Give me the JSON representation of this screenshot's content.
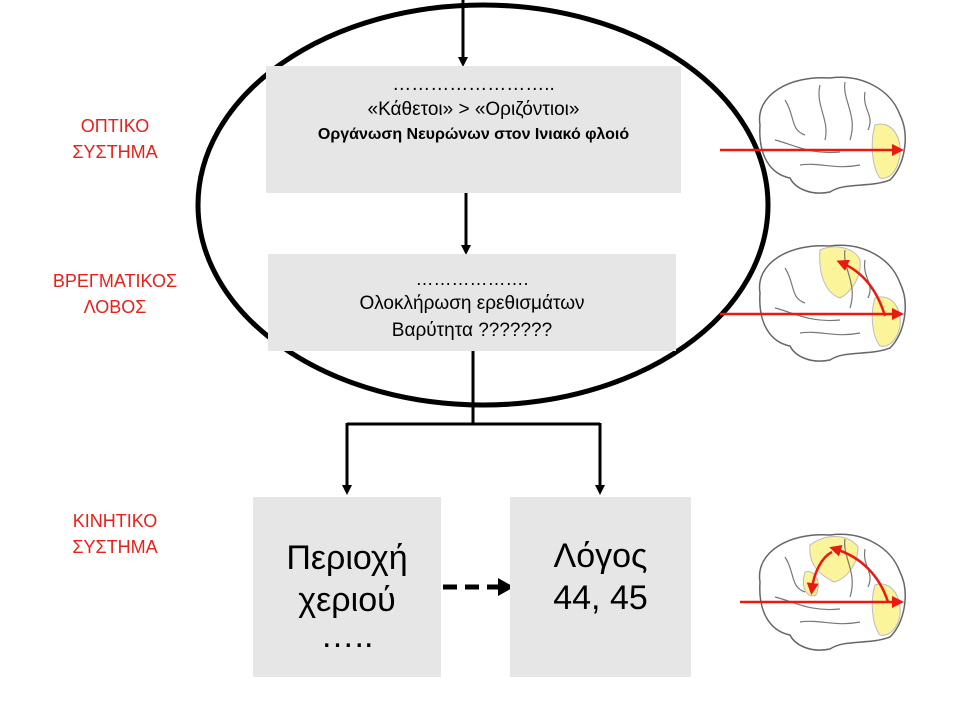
{
  "side_labels": {
    "optic": {
      "line1": "ΟΠΤΙΚΟ",
      "line2": "ΣΥΣΤΗΜΑ"
    },
    "parietal": {
      "line1": "ΒΡΕΓΜΑΤΙΚΟΣ",
      "line2": "ΛΟΒΟΣ"
    },
    "motor": {
      "line1": "ΚΙΝΗΤΙΚΟ",
      "line2": "ΣΥΣΤΗΜΑ"
    }
  },
  "boxes": {
    "top": {
      "line1": "……………………..",
      "line2": "«Κάθετοι» > «Οριζόντιοι»",
      "line3": "Οργάνωση Νευρώνων στον Ινιακό φλοιό"
    },
    "middle": {
      "line1": "……………….",
      "line2": "Ολοκλήρωση ερεθισμάτων",
      "line3": "Βαρύτητα ???????"
    },
    "hand": {
      "line1": "Περιοχή",
      "line2": "χεριού",
      "line3": "….."
    },
    "speech": {
      "line1": "Λόγος",
      "line2": "44, 45"
    }
  },
  "colors": {
    "label_red": "#e8201a",
    "box_fill": "#e6e6e6",
    "arrow_red": "#e81a12",
    "highlight_yellow": "#fbf49a"
  },
  "icons": [
    "brain-occipital-icon",
    "brain-parietal-icon",
    "brain-motor-icon"
  ]
}
